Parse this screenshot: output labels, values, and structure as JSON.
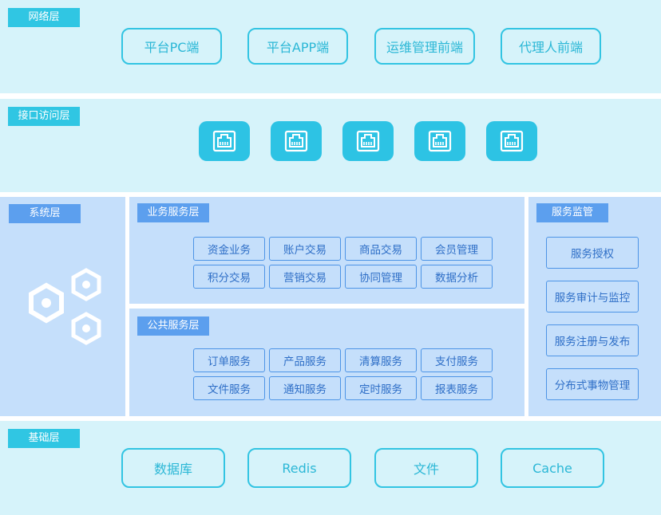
{
  "network_layer": {
    "tag": "网络层",
    "items": [
      "平台PC端",
      "平台APP端",
      "运维管理前端",
      "代理人前端"
    ]
  },
  "interface_layer": {
    "tag": "接口访问层",
    "icons": [
      "ethernet-port-icon",
      "ethernet-port-icon",
      "ethernet-port-icon",
      "ethernet-port-icon",
      "ethernet-port-icon"
    ]
  },
  "system_layer": {
    "tag": "系统层",
    "icon": "hexagon-nodes-icon"
  },
  "business_services": {
    "tag": "业务服务层",
    "items": [
      "资金业务",
      "账户交易",
      "商品交易",
      "会员管理",
      "积分交易",
      "营销交易",
      "协同管理",
      "数据分析"
    ]
  },
  "public_services": {
    "tag": "公共服务层",
    "items": [
      "订单服务",
      "产品服务",
      "清算服务",
      "支付服务",
      "文件服务",
      "通知服务",
      "定时服务",
      "报表服务"
    ]
  },
  "service_monitoring": {
    "tag": "服务监管",
    "items": [
      "服务授权",
      "服务审计与监控",
      "服务注册与发布",
      "分布式事物管理"
    ]
  },
  "base_layer": {
    "tag": "基础层",
    "items": [
      "数据库",
      "Redis",
      "文件",
      "Cache"
    ]
  },
  "colors": {
    "band_bg": "#d6f3fa",
    "panel_bg": "#c5dffb",
    "accent_cyan": "#30c6e3",
    "accent_blue": "#5c9fee",
    "chip_border": "#4d94e6"
  }
}
